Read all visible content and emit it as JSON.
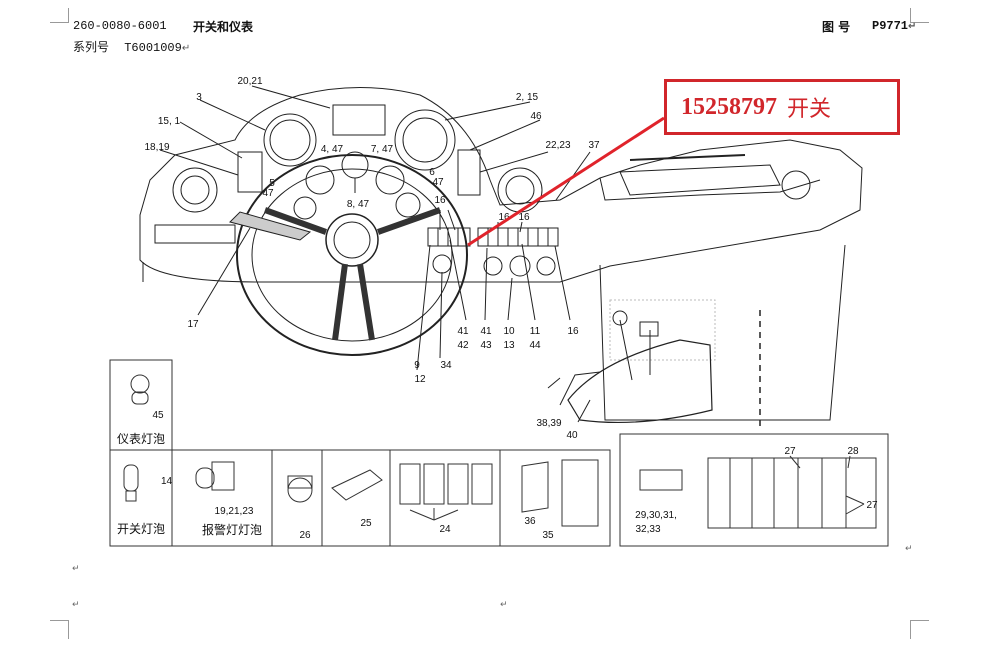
{
  "header": {
    "part_no": "260-0080-6001",
    "title": "开关和仪表",
    "drawing_label": "图 号",
    "drawing_no": "P9771",
    "series_label": "系列号",
    "series_no": "T6001009"
  },
  "callout": {
    "number": "15258797",
    "text": "开关"
  },
  "labels": {
    "l_20_21": "20,21",
    "l_3": "3",
    "l_2_15": "2, 15",
    "l_46": "46",
    "l_15_1": "15, 1",
    "l_18_19": "18,19",
    "l_22_23": "22,23",
    "l_37": "37",
    "l_4_47": "4, 47",
    "l_7_47": "7, 47",
    "l_5": "5",
    "l_47a": "47",
    "l_6": "6",
    "l_47b": "47",
    "l_8_47": "8, 47",
    "l_16a": "16",
    "l_16b": "16",
    "l_16c": "16",
    "l_17": "17",
    "l_41": "41",
    "l_42": "42",
    "l_41b": "41",
    "l_43": "43",
    "l_10": "10",
    "l_13": "13",
    "l_11": "11",
    "l_44": "44",
    "l_16d": "16",
    "l_9": "9",
    "l_12": "12",
    "l_34": "34",
    "l_38_39": "38,39",
    "l_40": "40"
  },
  "parts": {
    "p45": "45",
    "p45_caption": "仪表灯泡",
    "p14": "14",
    "p14_caption": "开关灯泡",
    "p19": "19,21,23",
    "p19_caption": "报警灯灯泡",
    "p26": "26",
    "p25": "25",
    "p24": "24",
    "p36": "36",
    "p35": "35",
    "p29": "29,30,31,",
    "p32": "32,33",
    "p27a": "27",
    "p28": "28",
    "p27b": "27"
  }
}
